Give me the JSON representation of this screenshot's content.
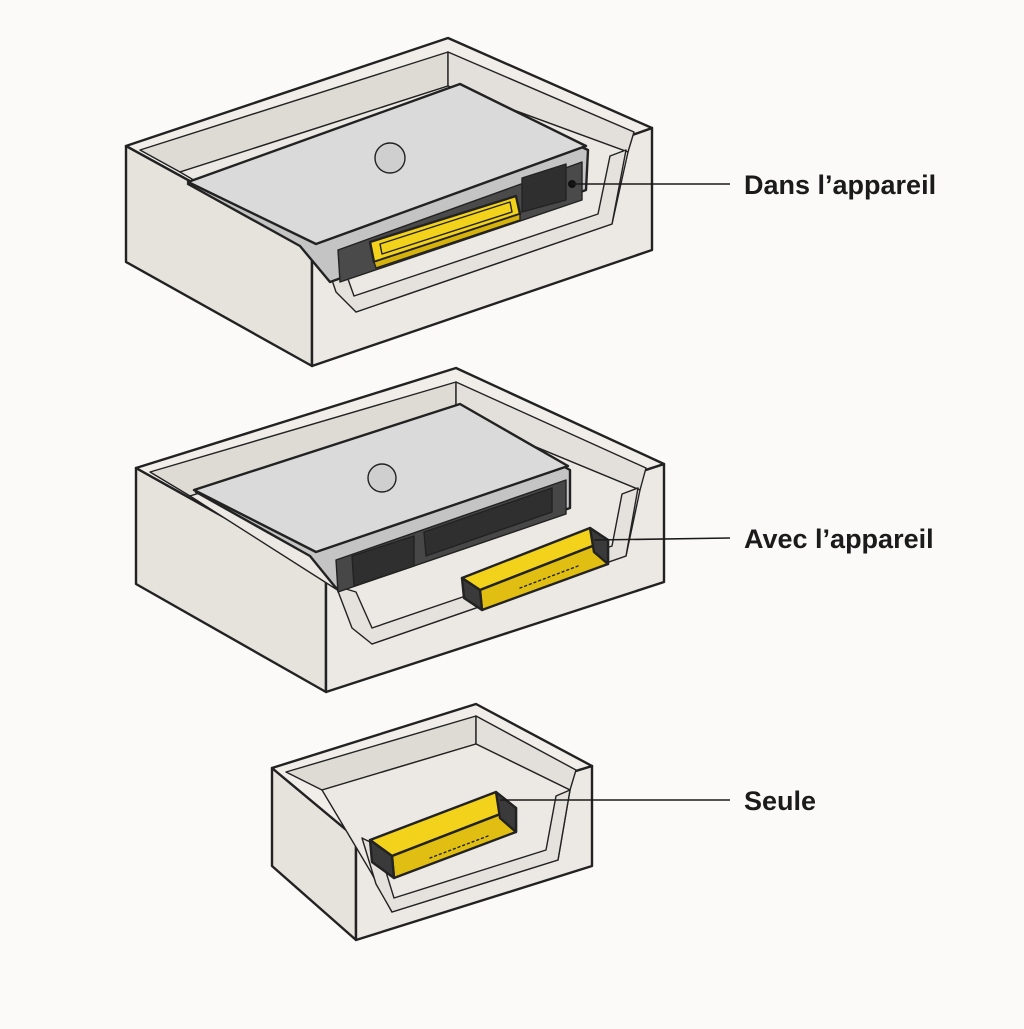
{
  "colors": {
    "background": "#fbfaf8",
    "box_outer": "#e8e4df",
    "box_inner": "#efece8",
    "box_wall": "#dcd7d1",
    "laptop_lid": "#d9d9d9",
    "laptop_base": "#bfbfbf",
    "port_dark": "#3f3f3f",
    "battery_yellow": "#f2d21b",
    "battery_shadow": "#c9a90a",
    "outline": "#222222"
  },
  "callouts": [
    {
      "id": "in-device",
      "label": "Dans l’appareil",
      "icon": "battery-installed-in-laptop"
    },
    {
      "id": "with-device",
      "label": "Avec l’appareil",
      "icon": "battery-packed-with-laptop"
    },
    {
      "id": "alone",
      "label": "Seule",
      "icon": "battery-packed-alone"
    }
  ]
}
